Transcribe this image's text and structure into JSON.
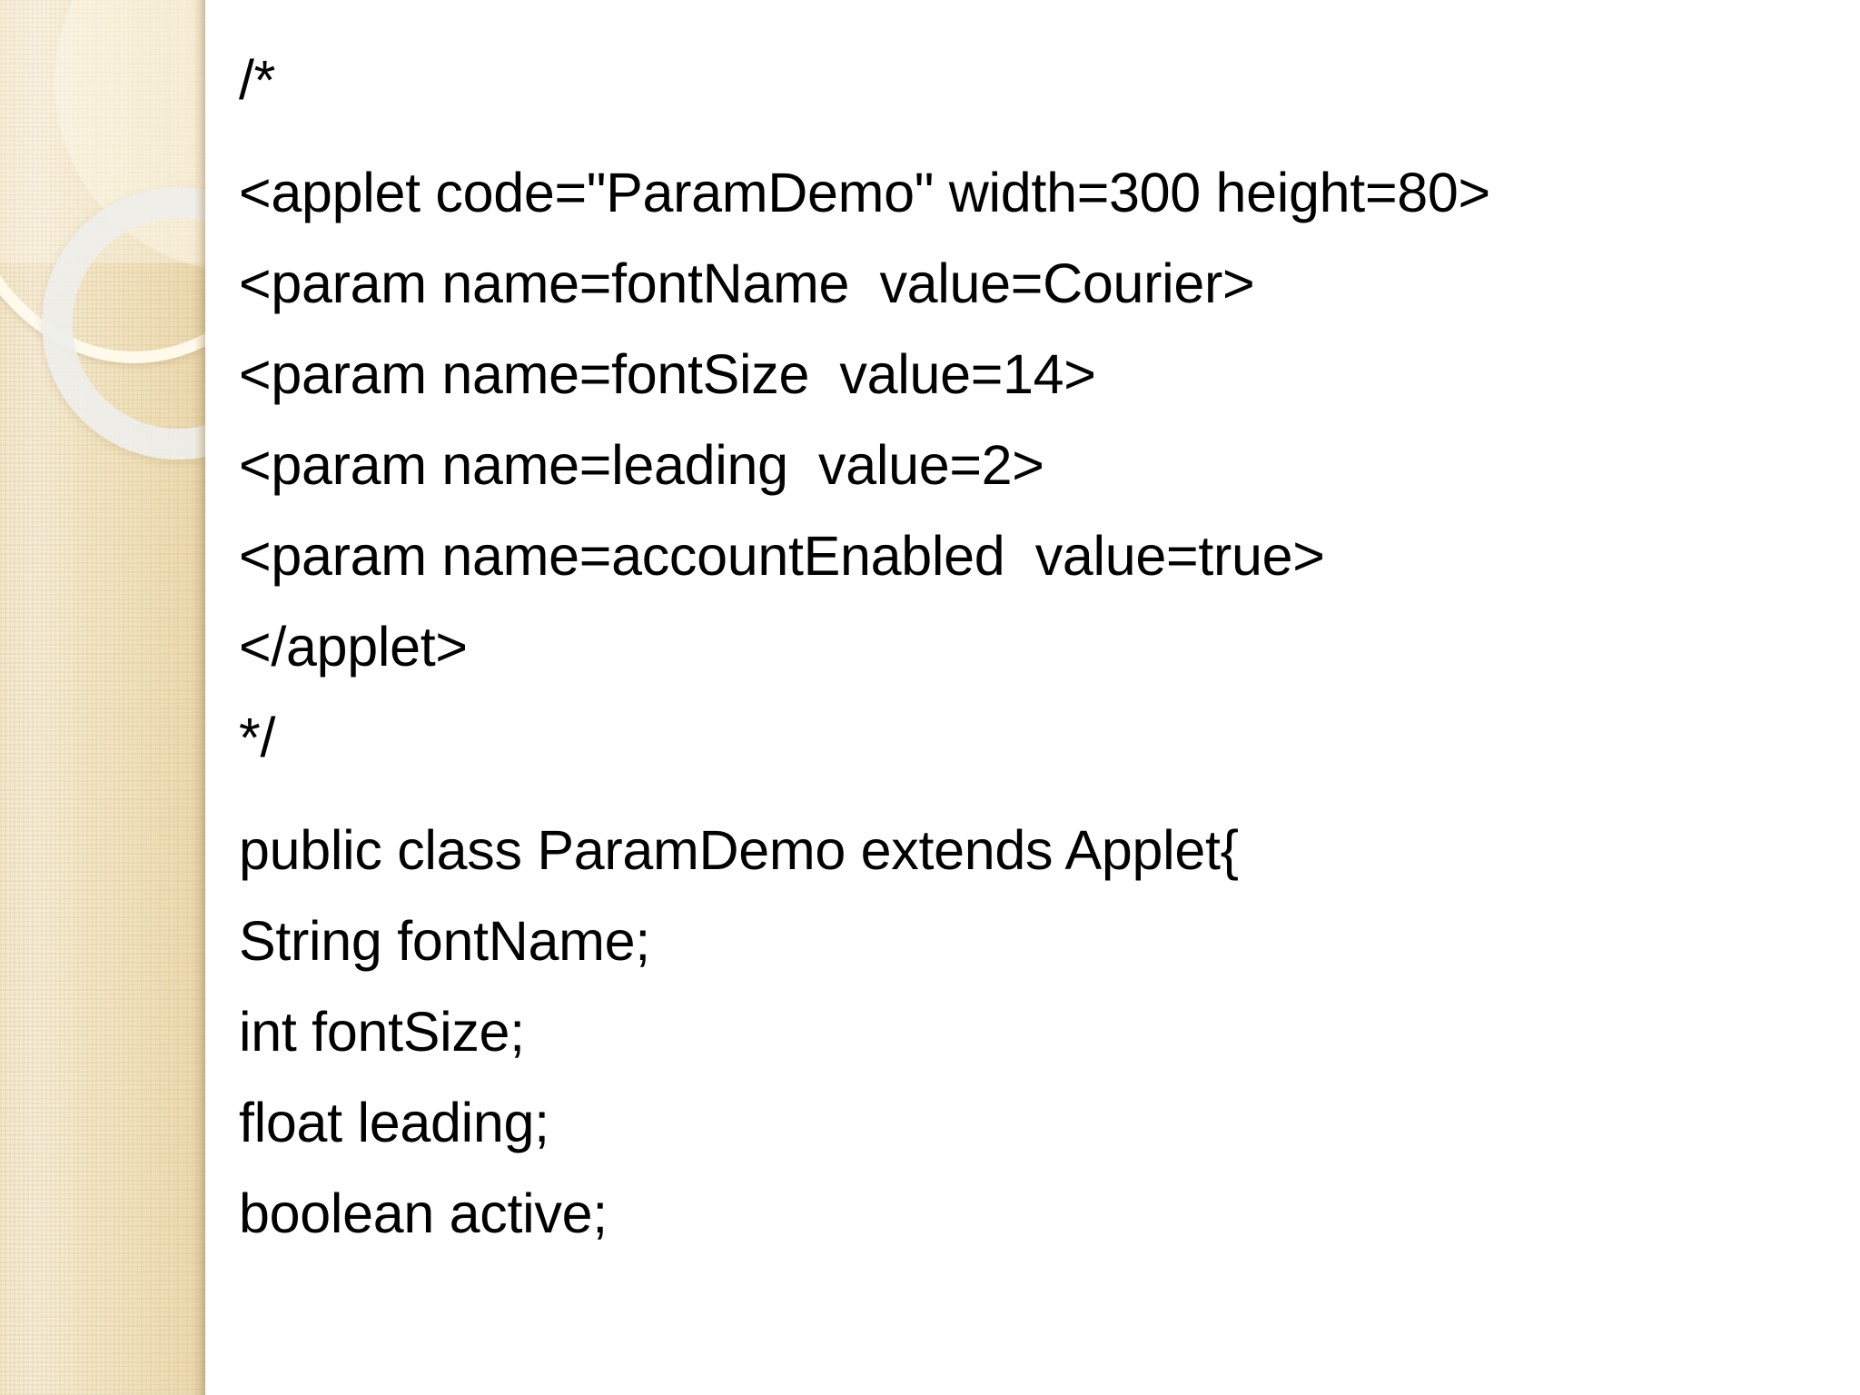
{
  "slide": {
    "background_color": "#ffffff",
    "sidebar": {
      "name": "decorative-sidebar",
      "base_color": "#f2e5c6",
      "accent_ring_color": "#fffbed",
      "secondary_ring_color": "#eeeeea",
      "edge_color": "#e2cfa4"
    },
    "text_color": "#000000"
  },
  "code": {
    "language": "java",
    "lines": [
      {
        "id": "line-1",
        "text": "/*"
      },
      {
        "id": "line-2",
        "text": "<applet code=\"ParamDemo\" width=300 height=80>"
      },
      {
        "id": "line-3",
        "text": "<param name=fontName  value=Courier>"
      },
      {
        "id": "line-4",
        "text": "<param name=fontSize  value=14>"
      },
      {
        "id": "line-5",
        "text": "<param name=leading  value=2>"
      },
      {
        "id": "line-6",
        "text": "<param name=accountEnabled  value=true>"
      },
      {
        "id": "line-7",
        "text": "</applet>"
      },
      {
        "id": "line-8",
        "text": "*/"
      },
      {
        "id": "line-9",
        "text": "public class ParamDemo extends Applet{"
      },
      {
        "id": "line-10",
        "text": "String fontName;"
      },
      {
        "id": "line-11",
        "text": "int fontSize;"
      },
      {
        "id": "line-12",
        "text": "float leading;"
      },
      {
        "id": "line-13",
        "text": "boolean active;"
      }
    ]
  }
}
